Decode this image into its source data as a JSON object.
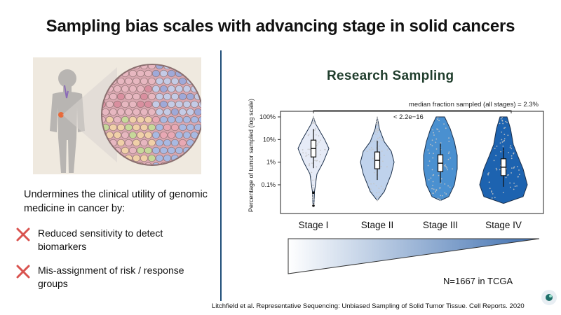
{
  "slide": {
    "title": "Sampling bias scales with advancing stage in solid cancers"
  },
  "left": {
    "intro": "Undermines the clinical utility of genomic medicine in cancer by:",
    "bullets": [
      {
        "icon": "red-x-icon",
        "text": "Reduced sensitivity to detect biomarkers"
      },
      {
        "icon": "red-x-icon",
        "text": "Mis-assignment of risk / response groups"
      }
    ]
  },
  "right": {
    "heading": "Research Sampling",
    "n_label": "N=1667 in TCGA",
    "citation": "Litchfield et al. Representative Sequencing: Unbiased Sampling of Solid Tumor Tissue. Cell Reports. 2020"
  },
  "chart_data": {
    "type": "violin",
    "ylabel": "Percentage of tumor sampled (log scale)",
    "y_scale": "log",
    "y_ticks": [
      "100%",
      "10%",
      "1%",
      "0.1%"
    ],
    "categories": [
      "Stage I",
      "Stage II",
      "Stage III",
      "Stage IV"
    ],
    "medians_percent": [
      4,
      1.2,
      0.9,
      0.6
    ],
    "annotation": "median fraction sampled (all stages) = 2.3%",
    "pvalue_label": "< 2.2e−16",
    "colors": [
      "#e6ebf7",
      "#bfd2ec",
      "#4a90d0",
      "#1d63b0"
    ]
  },
  "colors": {
    "divider": "#1f4e79",
    "heading": "#1f3d2c",
    "cross": "#d9534f"
  }
}
